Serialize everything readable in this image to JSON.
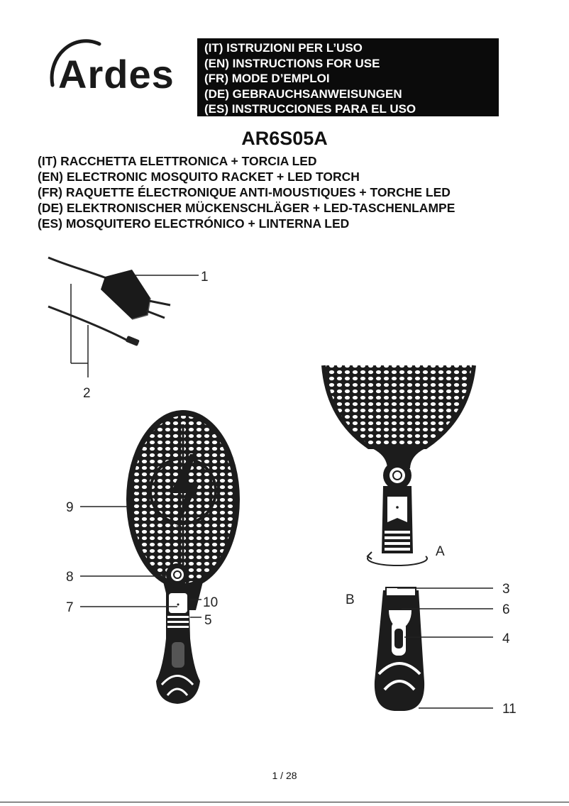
{
  "header": {
    "brand": "Ardes",
    "languages": [
      "(IT) ISTRUZIONI PER L’USO",
      "(EN) INSTRUCTIONS FOR USE",
      "(FR) MODE D’EMPLOI",
      "(DE) GEBRAUCHSANWEISUNGEN",
      "(ES) INSTRUCCIONES PARA EL USO"
    ]
  },
  "product": {
    "model": "AR6S05A",
    "descriptions": [
      "(IT) RACCHETTA ELETTRONICA + TORCIA LED",
      "(EN) ELECTRONIC MOSQUITO RACKET + LED TORCH",
      "(FR) RAQUETTE ÉLECTRONIQUE ANTI-MOUSTIQUES + TORCHE LED",
      "(DE) ELEKTRONISCHER MÜCKENSCHLÄGER + LED-TASCHENLAMPE",
      "(ES) MOSQUITERO ELECTRÓNICO + LINTERNA LED"
    ]
  },
  "illustration": {
    "labels": {
      "n1": "1",
      "n2": "2",
      "n3": "3",
      "n4": "4",
      "n5": "5",
      "n6": "6",
      "n7": "7",
      "n8": "8",
      "n9": "9",
      "n10": "10",
      "n11": "11",
      "a": "A",
      "b": "B"
    }
  },
  "footer": {
    "page": "1 / 28"
  }
}
